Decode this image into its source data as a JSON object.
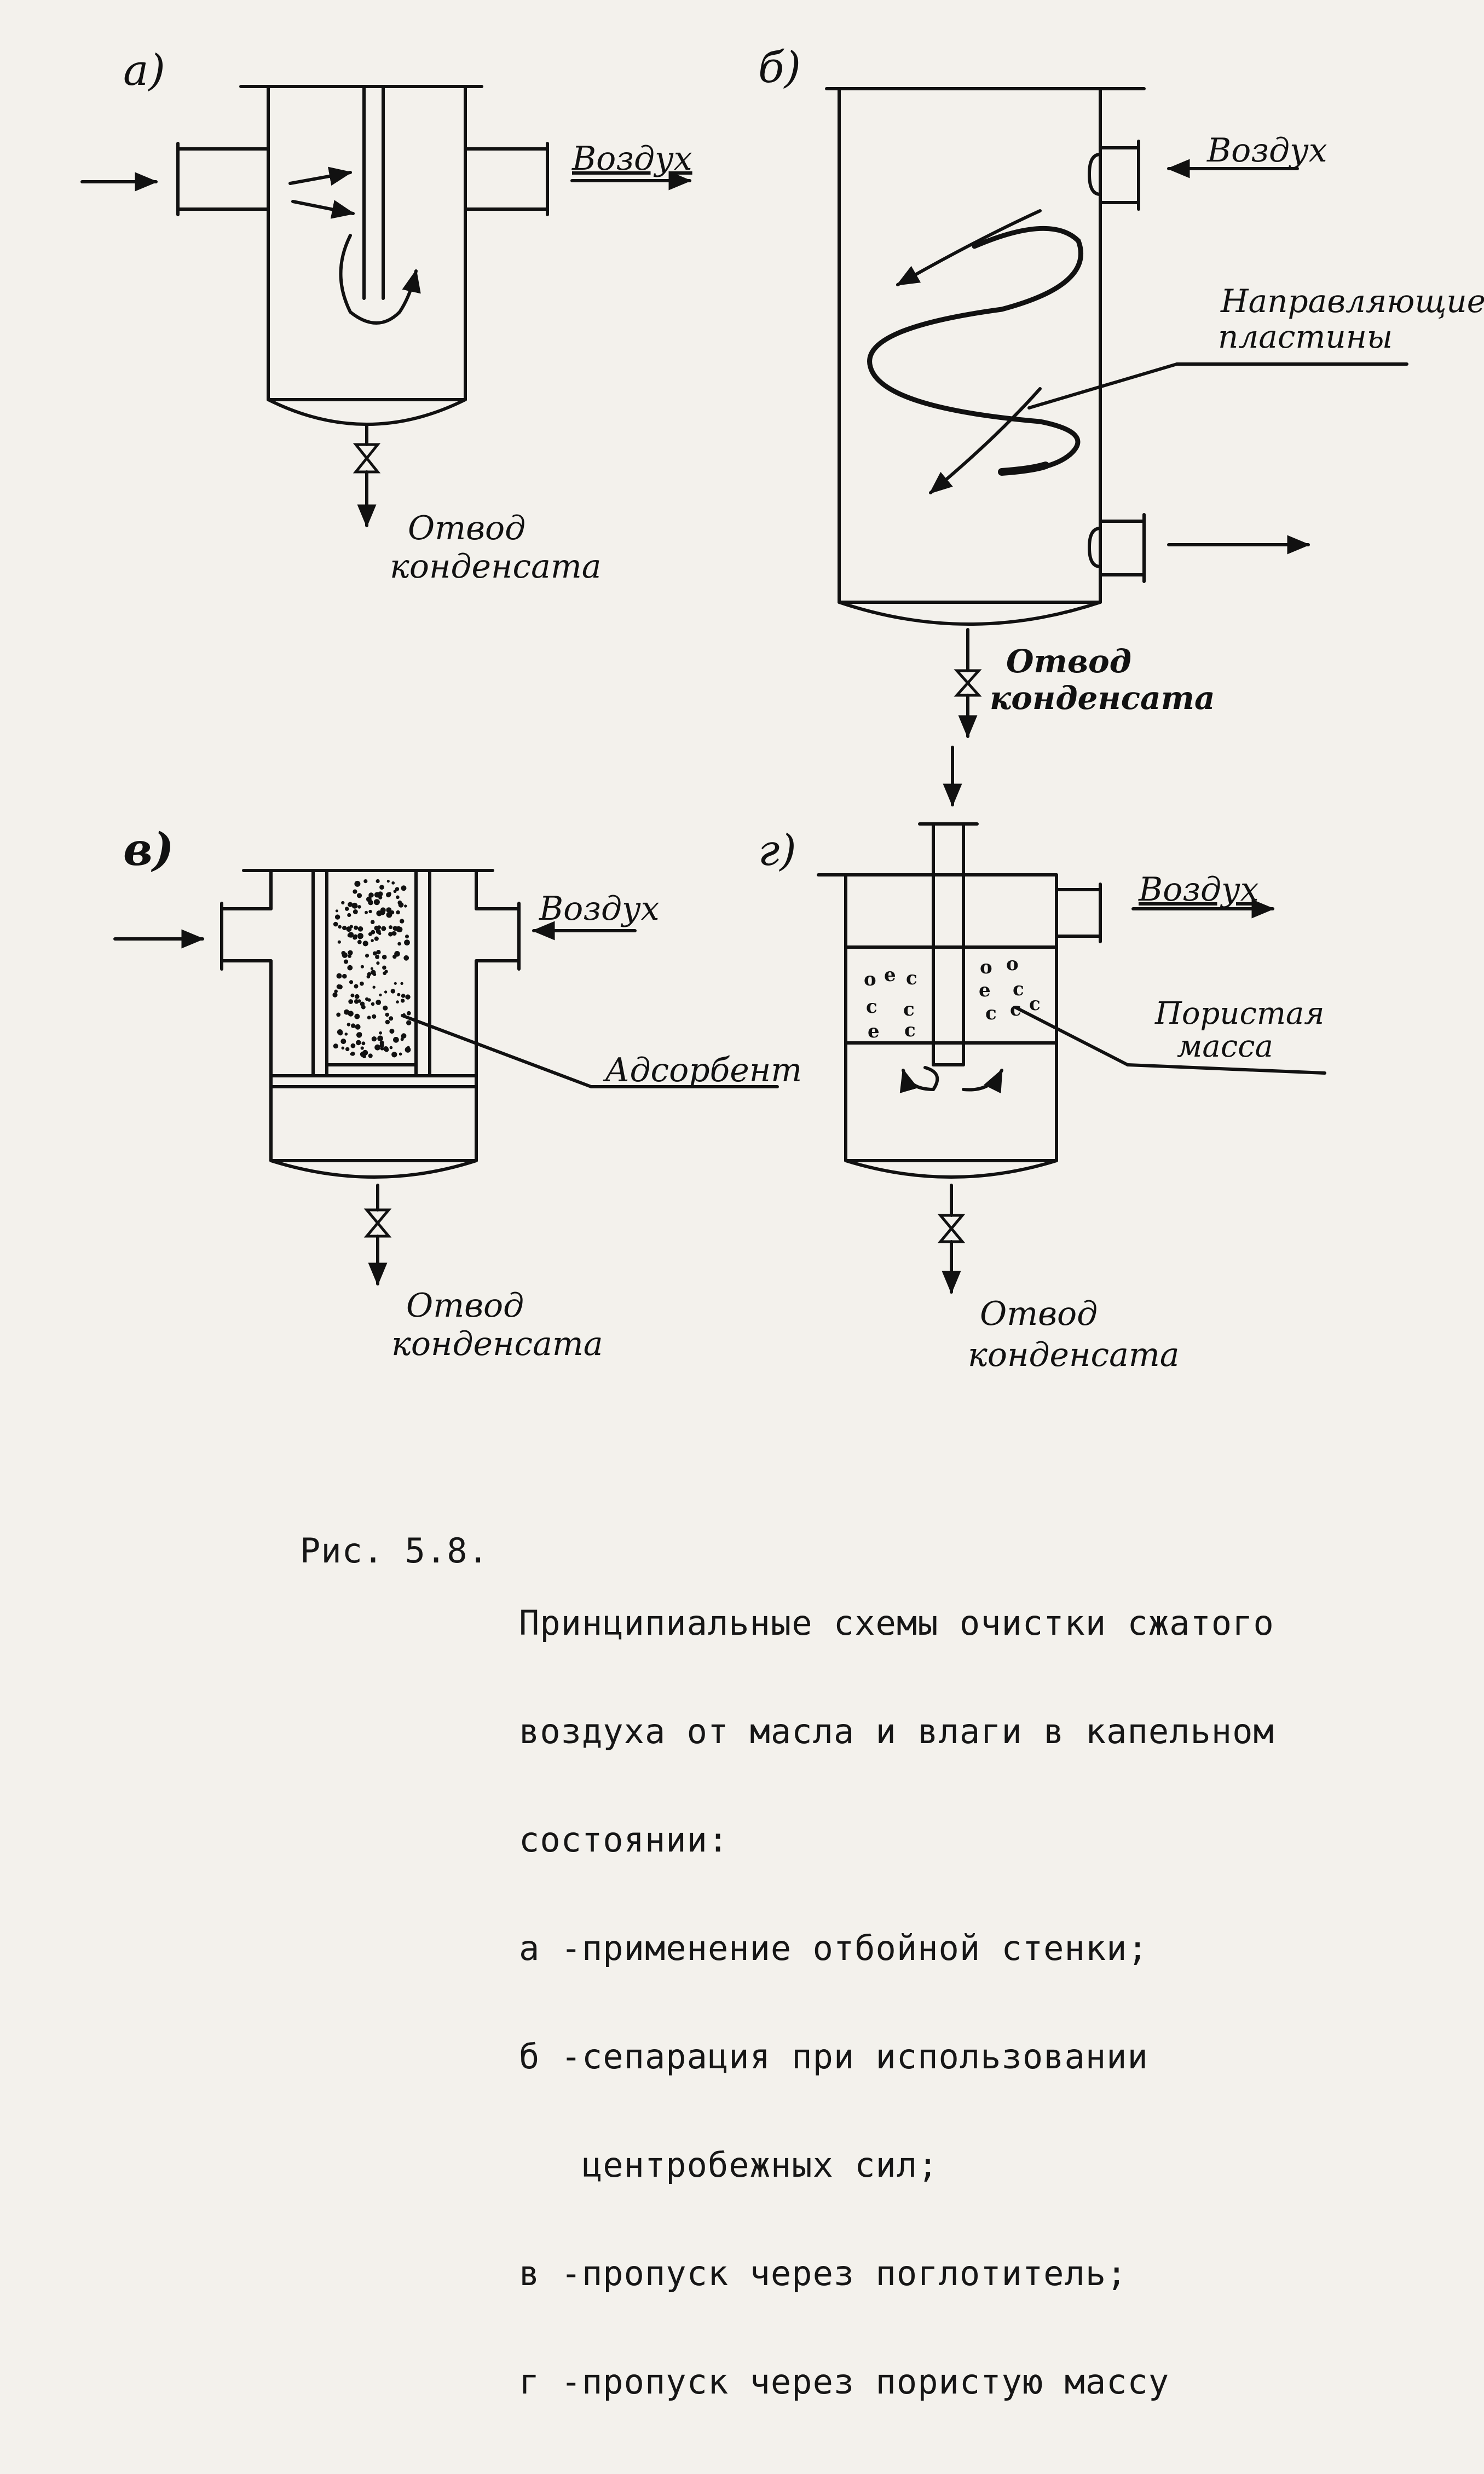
{
  "panels": {
    "a": {
      "tag": "а)",
      "air": "Воздух",
      "drain_line1": "Отвод",
      "drain_line2": "конденсата"
    },
    "b": {
      "tag": "б)",
      "air": "Воздух",
      "guide_line1": "Направляющие",
      "guide_line2": "пластины",
      "drain_line1": "Отвод",
      "drain_line2": "конденсата"
    },
    "v": {
      "tag": "в)",
      "air": "Воздух",
      "adsorbent": "Адсорбент",
      "drain_line1": "Отвод",
      "drain_line2": "конденсата"
    },
    "g": {
      "tag": "г)",
      "air": "Воздух",
      "porous_line1": "Пористая",
      "porous_line2": "масса",
      "drain_line1": "Отвод",
      "drain_line2": "конденсата"
    }
  },
  "caption": {
    "head": "Рис. 5.8.",
    "lines": [
      "Принципиальные схемы очистки сжатого",
      "воздуха от масла и влаги в капельном",
      "состоянии:",
      "а -применение отбойной стенки;",
      "б -сепарация при использовании",
      "   центробежных сил;",
      "в -пропуск через поглотитель;",
      "г -пропуск через пористую массу"
    ]
  }
}
